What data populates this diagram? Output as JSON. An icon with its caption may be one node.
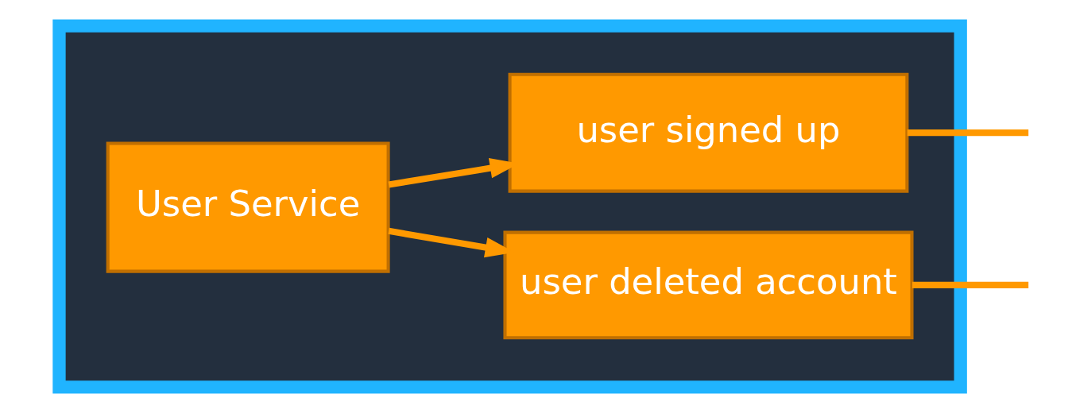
{
  "diagram": {
    "nodes": [
      {
        "text": [],
        "shape": "box"
      },
      {
        "text": [
          "User Service"
        ],
        "in": 0
      },
      {
        "text": [
          "user signed up"
        ],
        "in": 0
      },
      {
        "text": [
          "user deleted account"
        ],
        "in": 0
      }
    ],
    "edges": [
      {
        "from": 1,
        "to": 2,
        "arrow": "to"
      },
      {
        "from": 1,
        "to": 3,
        "arrow": "to"
      },
      {
        "from": 2,
        "to": null,
        "arrow": "none"
      },
      {
        "from": 3,
        "to": null,
        "arrow": "none"
      }
    ]
  }
}
